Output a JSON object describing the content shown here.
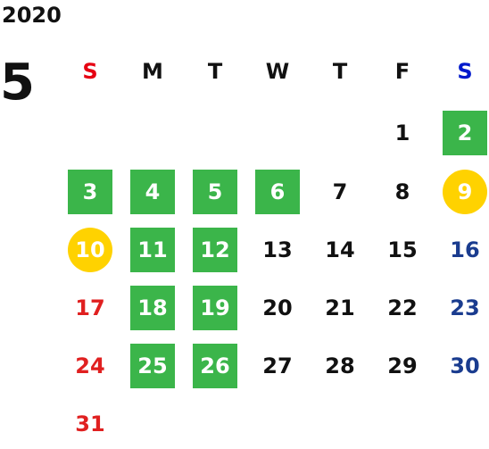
{
  "header": {
    "year": "2020",
    "month": "5"
  },
  "colors": {
    "sunday_header": "#e60012",
    "saturday_header": "#0019cc",
    "sunday_date": "#e02020",
    "saturday_date": "#1a3c8f",
    "highlight_green": "#3bb54a",
    "highlight_yellow": "#ffd200"
  },
  "weekdays": [
    {
      "label": "S",
      "color": "#e60012"
    },
    {
      "label": "M",
      "color": "#111111"
    },
    {
      "label": "T",
      "color": "#111111"
    },
    {
      "label": "W",
      "color": "#111111"
    },
    {
      "label": "T",
      "color": "#111111"
    },
    {
      "label": "F",
      "color": "#111111"
    },
    {
      "label": "S",
      "color": "#0019cc"
    }
  ],
  "weeks": [
    [
      null,
      null,
      null,
      null,
      null,
      {
        "d": "1"
      },
      {
        "d": "2",
        "mark": "green"
      }
    ],
    [
      {
        "d": "3",
        "mark": "green"
      },
      {
        "d": "4",
        "mark": "green"
      },
      {
        "d": "5",
        "mark": "green"
      },
      {
        "d": "6",
        "mark": "green"
      },
      {
        "d": "7"
      },
      {
        "d": "8"
      },
      {
        "d": "9",
        "mark": "yellow"
      }
    ],
    [
      {
        "d": "10",
        "mark": "yellow"
      },
      {
        "d": "11",
        "mark": "green"
      },
      {
        "d": "12",
        "mark": "green"
      },
      {
        "d": "13"
      },
      {
        "d": "14"
      },
      {
        "d": "15"
      },
      {
        "d": "16"
      }
    ],
    [
      {
        "d": "17"
      },
      {
        "d": "18",
        "mark": "green"
      },
      {
        "d": "19",
        "mark": "green"
      },
      {
        "d": "20"
      },
      {
        "d": "21"
      },
      {
        "d": "22"
      },
      {
        "d": "23"
      }
    ],
    [
      {
        "d": "24"
      },
      {
        "d": "25",
        "mark": "green"
      },
      {
        "d": "26",
        "mark": "green"
      },
      {
        "d": "27"
      },
      {
        "d": "28"
      },
      {
        "d": "29"
      },
      {
        "d": "30"
      }
    ],
    [
      {
        "d": "31"
      },
      null,
      null,
      null,
      null,
      null,
      null
    ]
  ]
}
